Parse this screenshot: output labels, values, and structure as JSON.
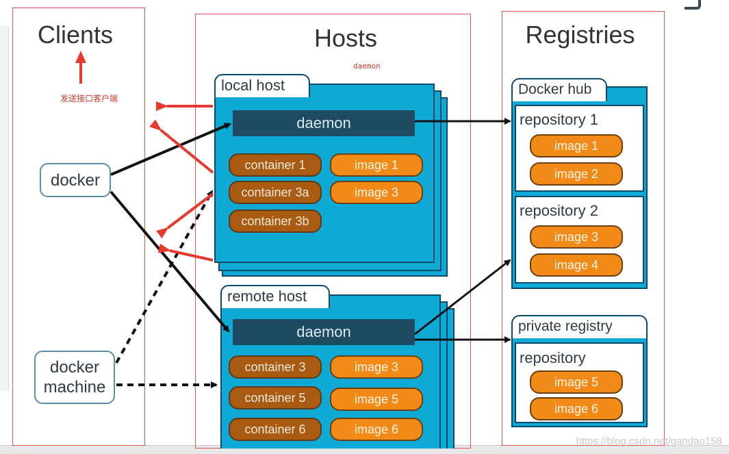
{
  "headers": {
    "clients": "Clients",
    "hosts": "Hosts",
    "registries": "Registries"
  },
  "annotations": {
    "clients_note": "发送接口客户端",
    "daemon_note": "daemon"
  },
  "clients": {
    "docker": "docker",
    "docker_machine_line1": "docker",
    "docker_machine_line2": "machine"
  },
  "hosts": {
    "local": {
      "label": "local host",
      "daemon": "daemon",
      "containers": [
        "container 1",
        "container 3a",
        "container 3b"
      ],
      "images": [
        "image 1",
        "image 3"
      ]
    },
    "remote": {
      "label": "remote host",
      "daemon": "daemon",
      "containers": [
        "container 3",
        "container 5",
        "container 6"
      ],
      "images": [
        "image 3",
        "image 5",
        "image 6"
      ]
    }
  },
  "registries": {
    "docker_hub": {
      "label": "Docker hub",
      "repos": [
        {
          "name": "repository 1",
          "images": [
            "image 1",
            "image 2"
          ]
        },
        {
          "name": "repository 2",
          "images": [
            "image 3",
            "image 4"
          ]
        }
      ]
    },
    "private": {
      "label": "private registry",
      "repo": {
        "name": "repository",
        "images": [
          "image 5",
          "image 6"
        ]
      }
    }
  },
  "watermark": "https://blog.csdn.net/gandao158",
  "colors": {
    "frame": "#d9534f",
    "host_blue": "#0fa9d6",
    "daemon": "#1e4b62",
    "container": "#a95b12",
    "image": "#f28a17",
    "annotation_arrow": "#e8392f"
  }
}
